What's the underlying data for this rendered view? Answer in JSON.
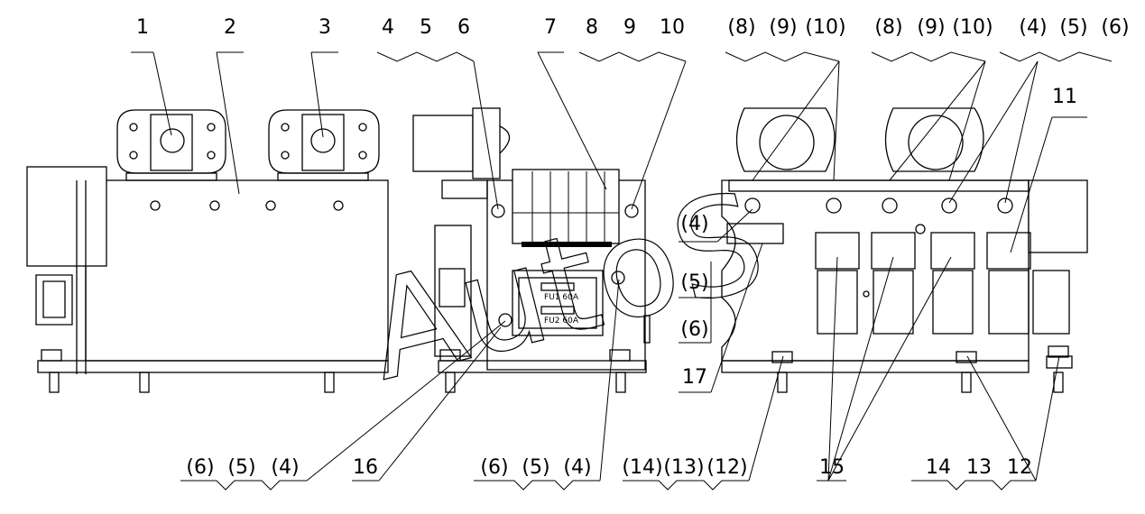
{
  "watermark": {
    "text": "AutoS"
  },
  "callouts": {
    "top_left": [
      "1",
      "2",
      "3"
    ],
    "top_mid": [
      "4",
      "5",
      "6",
      "7",
      "8",
      "9",
      "10"
    ],
    "top_right_a": [
      "(8)",
      "(9)",
      "(10)"
    ],
    "top_right_b": [
      "(8)",
      "(9)",
      "(10)"
    ],
    "top_right_c": [
      "(4)",
      "(5)",
      "(6)"
    ],
    "top_right_11": "11",
    "left_side": [
      "(4)",
      "(5)",
      "(6)"
    ],
    "label_17": "17",
    "bottom": {
      "g1": [
        "(6)",
        "(5)",
        "(4)"
      ],
      "g2": "16",
      "g3": [
        "(6)",
        "(5)",
        "(4)"
      ],
      "g4": [
        "(14)",
        "(13)",
        "(12)"
      ],
      "g5": "15",
      "g6": [
        "14",
        "13",
        "12"
      ]
    }
  },
  "fuses": {
    "fu1": "FU1 60A",
    "fu2": "FU2 60A"
  }
}
